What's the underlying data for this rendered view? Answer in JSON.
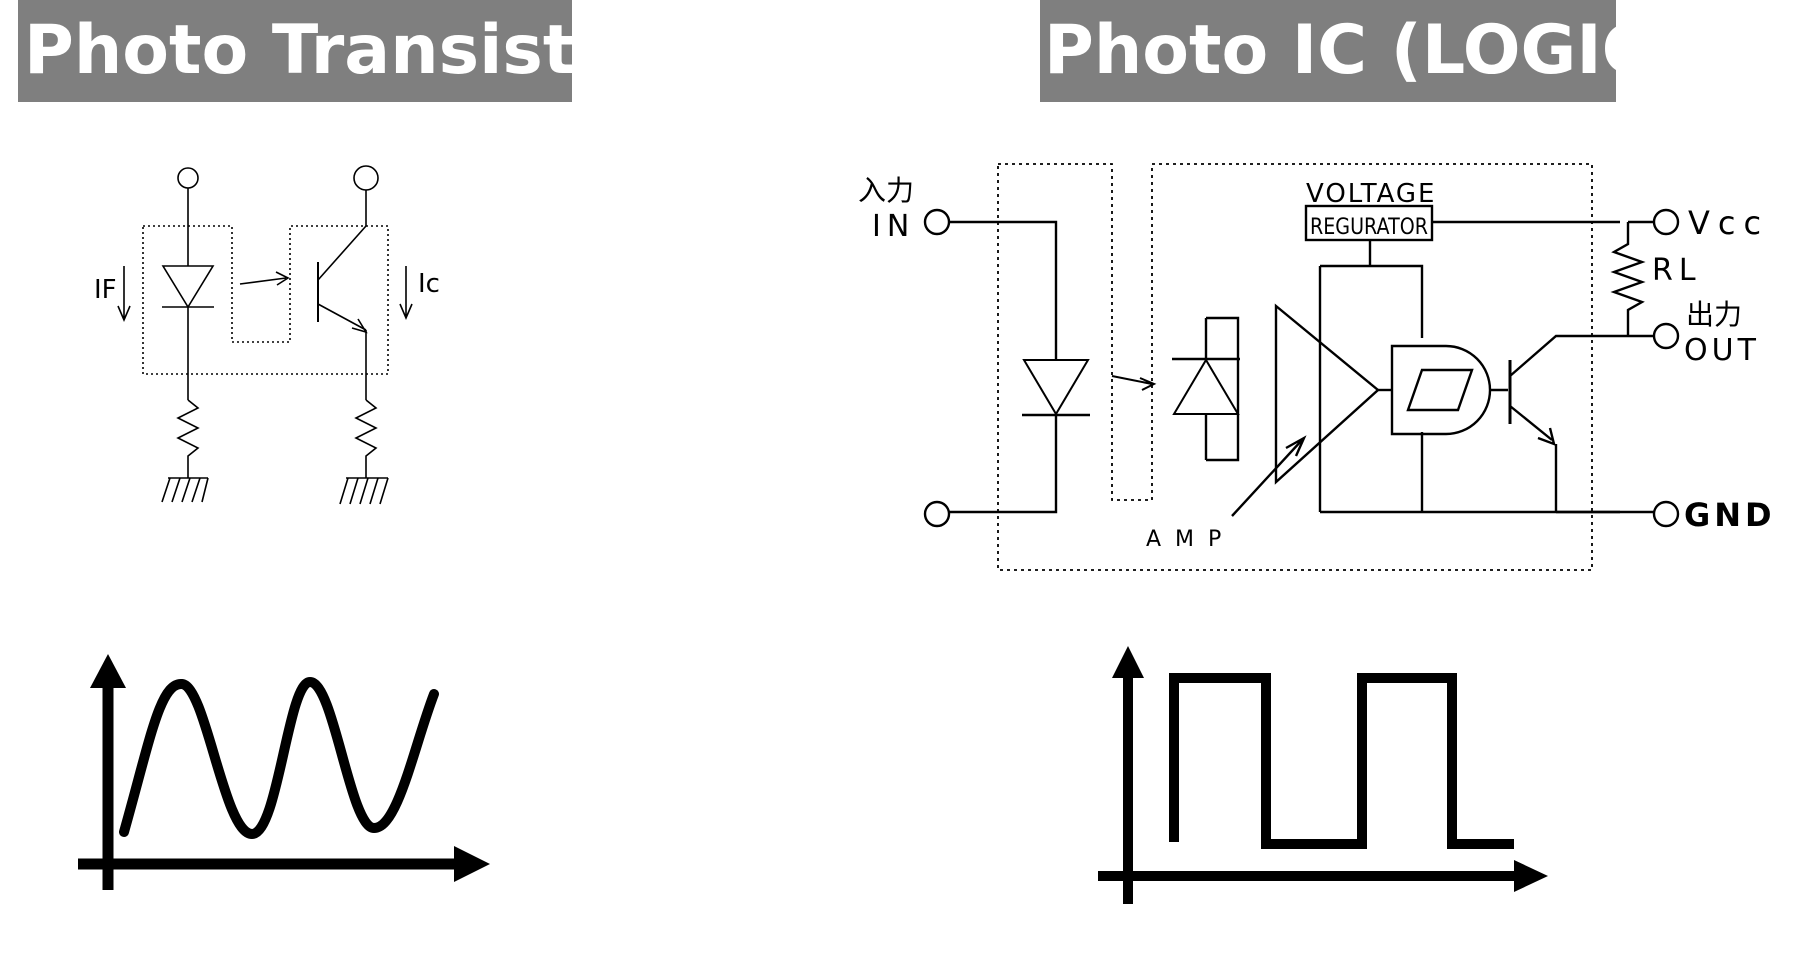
{
  "titles": {
    "left": "Photo Transistor",
    "right": "Photo IC (LOGIC)"
  },
  "transistor_diagram": {
    "if_label": "IF",
    "ic_label": "Ic"
  },
  "ic_diagram": {
    "input_jp": "入力",
    "input_en": "IN",
    "voltage_label": "VOLTAGE",
    "regulator_label": "REGURATOR",
    "vcc_label": "Vcc",
    "rl_label": "RL",
    "output_jp": "出力",
    "output_en": "OUT",
    "gnd_label": "GND",
    "amp_label": "AMP"
  },
  "waveforms": {
    "left": "sine",
    "right": "square"
  }
}
